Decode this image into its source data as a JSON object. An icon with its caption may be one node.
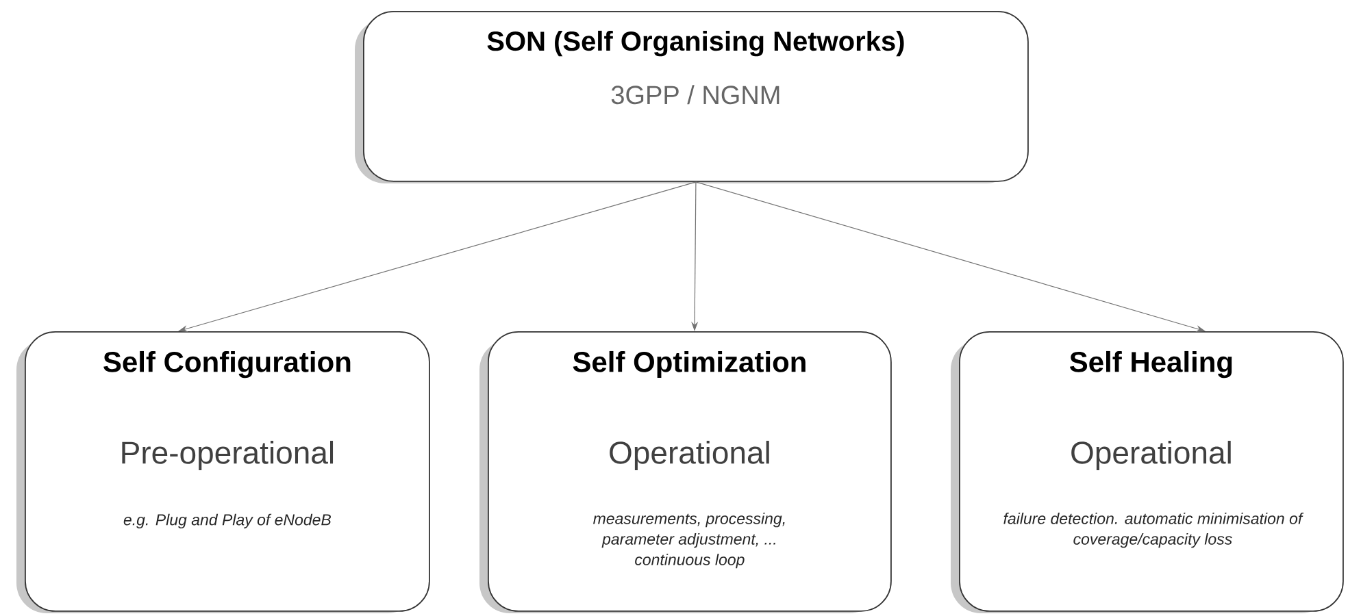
{
  "diagram": {
    "nodes": [
      {
        "text": [
          "SON (Self Organising Networks)",
          "3GPP / NGNM"
        ]
      },
      {
        "text": [
          "Self Configuration",
          "Pre-operational",
          "e.g. Plug and Play of eNodeB"
        ]
      },
      {
        "text": [
          "Self Optimization",
          "Operational",
          "measurements, processing, parameter adjustment, ... continuous loop"
        ]
      },
      {
        "text": [
          "Self Healing",
          "Operational",
          "failure detection. automatic minimisation of coverage/capacity loss"
        ]
      }
    ],
    "edges": [
      {
        "from": 0,
        "to": 1,
        "arrow": "to"
      },
      {
        "from": 0,
        "to": 2,
        "arrow": "to"
      },
      {
        "from": 0,
        "to": 3,
        "arrow": "to"
      }
    ]
  }
}
